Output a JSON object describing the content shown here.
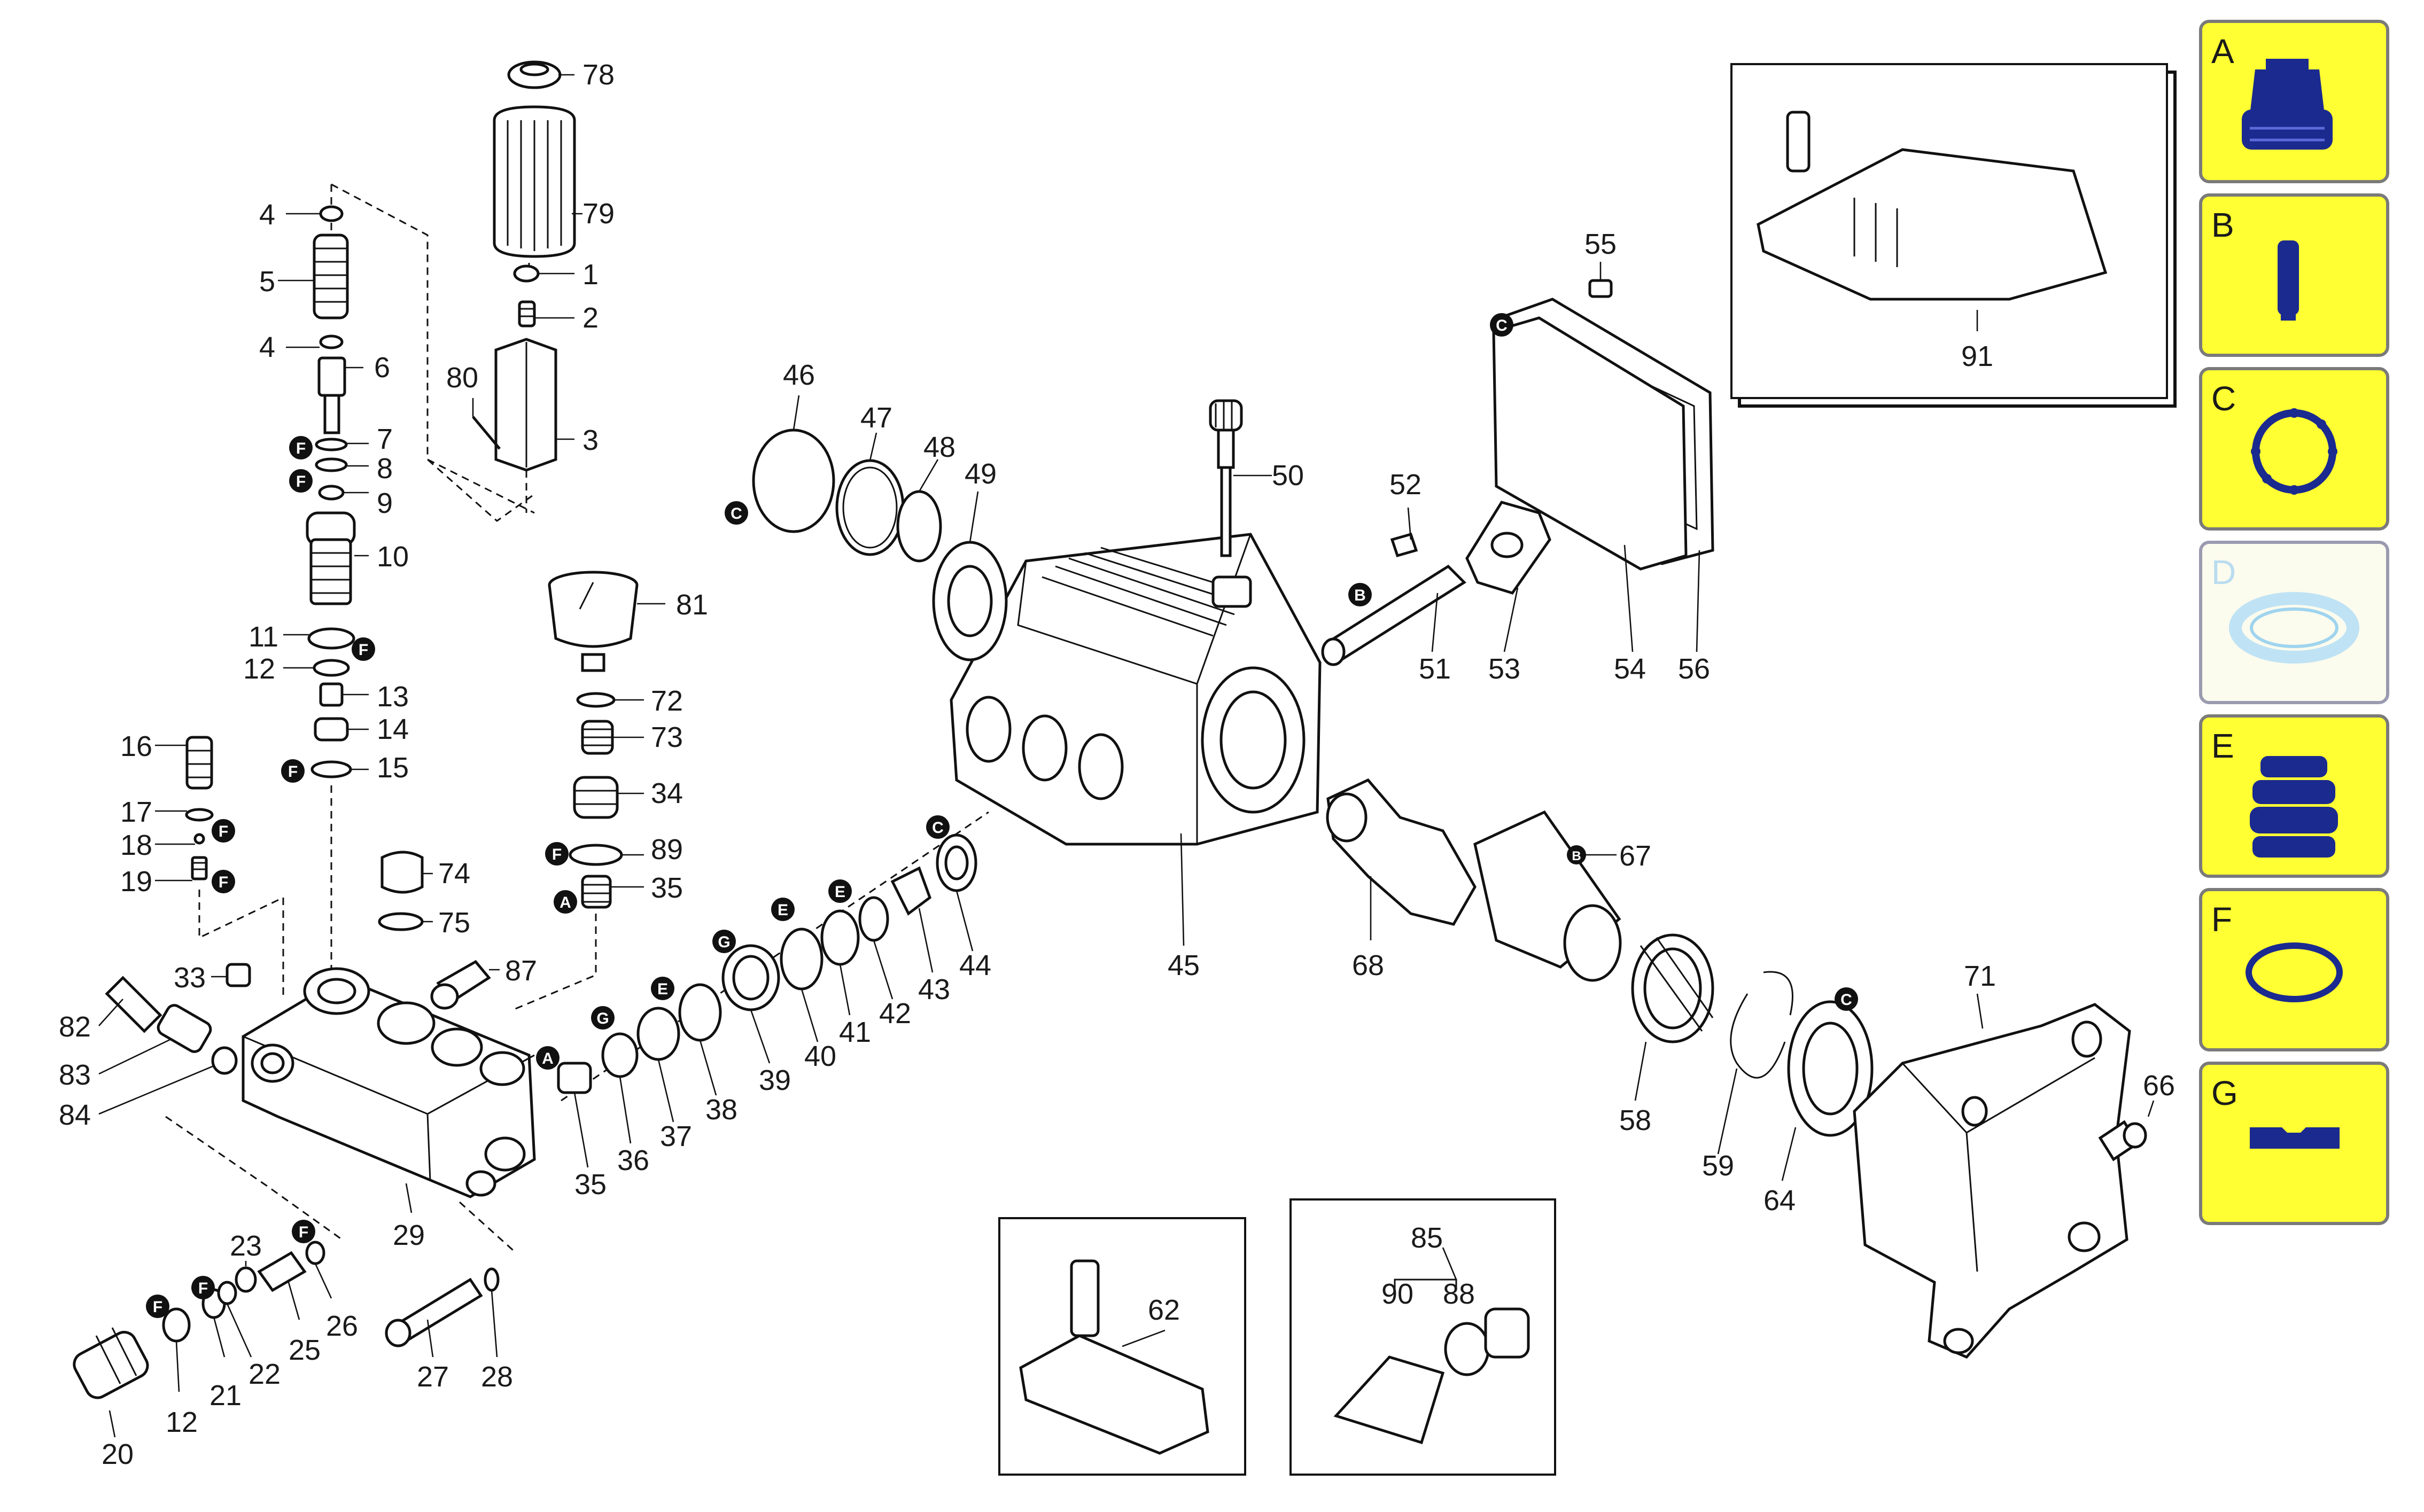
{
  "diagram": {
    "part_numbers": [
      "1",
      "2",
      "3",
      "4",
      "5",
      "6",
      "7",
      "8",
      "9",
      "10",
      "11",
      "12",
      "13",
      "14",
      "15",
      "16",
      "17",
      "18",
      "19",
      "20",
      "21",
      "22",
      "23",
      "25",
      "26",
      "27",
      "28",
      "29",
      "33",
      "34",
      "35",
      "36",
      "37",
      "38",
      "39",
      "40",
      "41",
      "42",
      "43",
      "44",
      "45",
      "46",
      "47",
      "48",
      "49",
      "50",
      "51",
      "52",
      "53",
      "54",
      "55",
      "56",
      "58",
      "59",
      "62",
      "64",
      "66",
      "67",
      "68",
      "71",
      "72",
      "73",
      "74",
      "75",
      "78",
      "79",
      "80",
      "81",
      "82",
      "83",
      "84",
      "85",
      "87",
      "88",
      "89",
      "90",
      "91"
    ],
    "kit_badges": [
      "A",
      "B",
      "C",
      "E",
      "F",
      "G"
    ]
  },
  "legend": {
    "kits": [
      {
        "letter": "A",
        "icon": "seal-kit-icon",
        "active": true
      },
      {
        "letter": "B",
        "icon": "piston-icon",
        "active": true
      },
      {
        "letter": "C",
        "icon": "oil-seal-ring-icon",
        "active": true
      },
      {
        "letter": "D",
        "icon": "washer-ring-icon",
        "active": false
      },
      {
        "letter": "E",
        "icon": "packing-stack-icon",
        "active": true
      },
      {
        "letter": "F",
        "icon": "o-ring-icon",
        "active": true
      },
      {
        "letter": "G",
        "icon": "gasket-strip-icon",
        "active": true
      }
    ],
    "colors": {
      "tile_fill": "#FFFF33",
      "tile_border": "#7a7a7a",
      "icon_blue": "#1b2a8f",
      "faded": "#b9dcf0"
    }
  }
}
